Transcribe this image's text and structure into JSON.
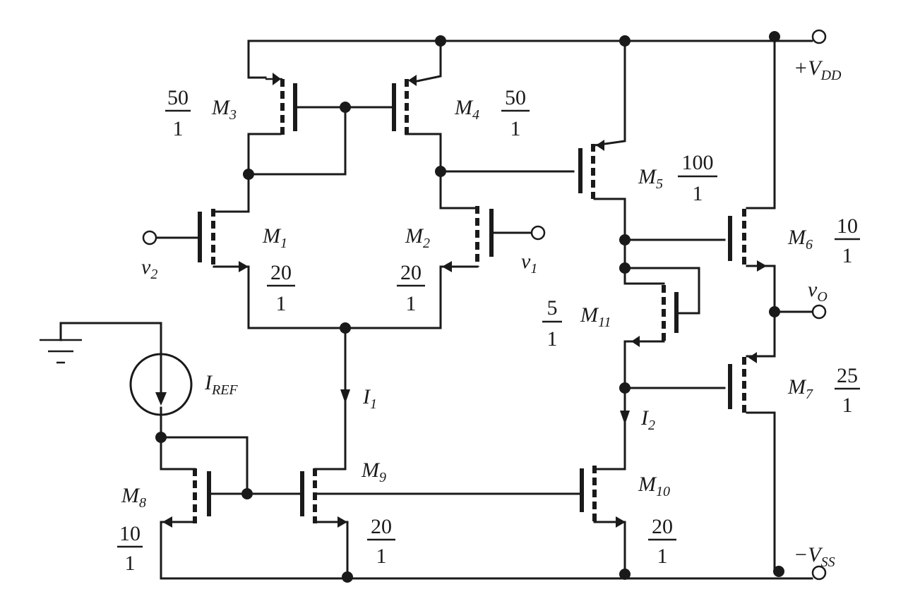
{
  "supply": {
    "vdd_label": "+V",
    "vdd_sub": "DD",
    "vss_label": "−V",
    "vss_sub": "SS"
  },
  "inputs": {
    "v2_label": "v",
    "v2_sub": "2",
    "v1_label": "v",
    "v1_sub": "1"
  },
  "output": {
    "vo_label": "v",
    "vo_sub": "O"
  },
  "sources": {
    "iref_label": "I",
    "iref_sub": "REF",
    "i1_label": "I",
    "i1_sub": "1",
    "i2_label": "I",
    "i2_sub": "2"
  },
  "transistors": {
    "m1": {
      "name": "M",
      "sub": "1",
      "ratio_num": "20",
      "ratio_den": "1"
    },
    "m2": {
      "name": "M",
      "sub": "2",
      "ratio_num": "20",
      "ratio_den": "1"
    },
    "m3": {
      "name": "M",
      "sub": "3",
      "ratio_num": "50",
      "ratio_den": "1"
    },
    "m4": {
      "name": "M",
      "sub": "4",
      "ratio_num": "50",
      "ratio_den": "1"
    },
    "m5": {
      "name": "M",
      "sub": "5",
      "ratio_num": "100",
      "ratio_den": "1"
    },
    "m6": {
      "name": "M",
      "sub": "6",
      "ratio_num": "10",
      "ratio_den": "1"
    },
    "m7": {
      "name": "M",
      "sub": "7",
      "ratio_num": "25",
      "ratio_den": "1"
    },
    "m8": {
      "name": "M",
      "sub": "8",
      "ratio_num": "10",
      "ratio_den": "1"
    },
    "m9": {
      "name": "M",
      "sub": "9",
      "ratio_num": "20",
      "ratio_den": "1"
    },
    "m10": {
      "name": "M",
      "sub": "10",
      "ratio_num": "20",
      "ratio_den": "1"
    },
    "m11": {
      "name": "M",
      "sub": "11",
      "ratio_num": "5",
      "ratio_den": "1"
    }
  }
}
